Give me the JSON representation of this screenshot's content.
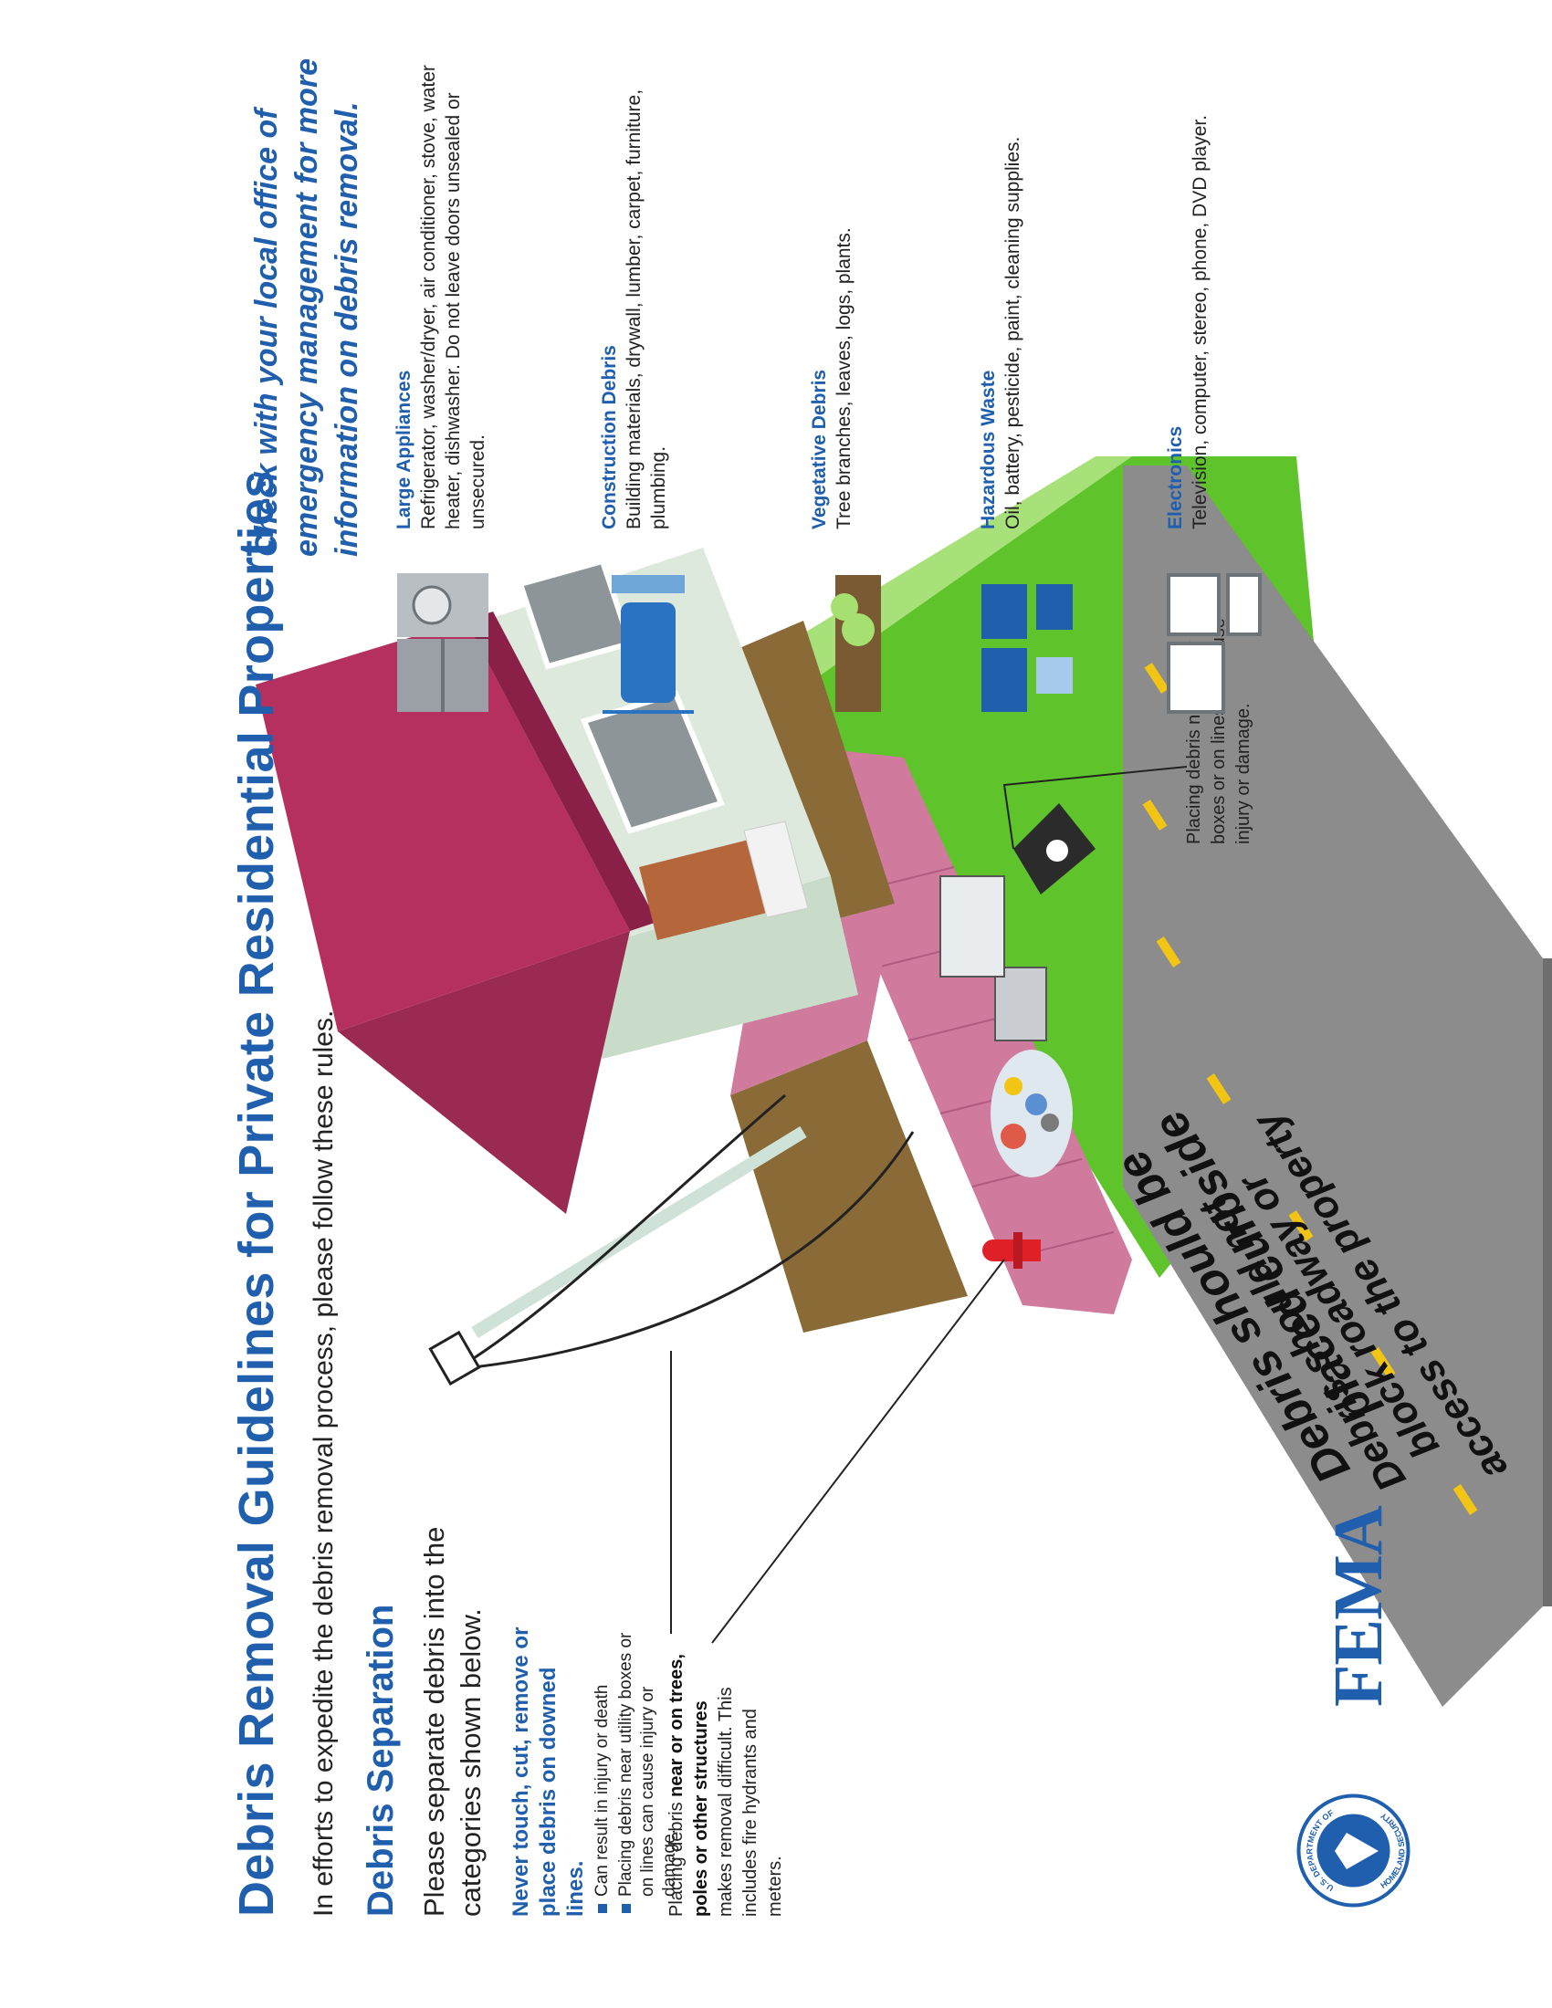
{
  "header": {
    "title": "Debris Removal Guidelines for Private Residential Properties",
    "intro": "In efforts to expedite the debris removal process, please follow these rules."
  },
  "separation": {
    "heading": "Debris Separation",
    "body": "Please separate debris into the categories shown below."
  },
  "warning": {
    "heading": "Never touch, cut, remove or place debris on downed lines.",
    "bullets": [
      "Can result in injury or death",
      "Placing debris near utility boxes or on lines can cause injury or damage."
    ]
  },
  "near_structures": {
    "pre": "Placing debris ",
    "bold": "near or on trees, poles or other structures",
    "post": " makes removal difficult. This includes fire hydrants and meters."
  },
  "check_note": "Check with your local office of emergency management for more information on debris removal.",
  "categories": [
    {
      "name": "Large Appliances",
      "desc": "Refrigerator, washer/dryer, air conditioner, stove, water heater, dishwasher. Do not leave doors unsealed or unsecured.",
      "icon": "appliances-icon"
    },
    {
      "name": "Construction Debris",
      "desc": "Building materials, drywall, lumber, carpet, furniture, plumbing.",
      "icon": "furniture-icon"
    },
    {
      "name": "Vegetative Debris",
      "desc": "Tree branches, leaves, logs, plants.",
      "icon": "log-branches-icon"
    },
    {
      "name": "Hazardous Waste",
      "desc": "Oil, battery, pesticide, paint, cleaning supplies.",
      "icon": "chemicals-icon"
    },
    {
      "name": "Electronics",
      "desc": "Television, computer, stereo, phone, DVD player.",
      "icon": "electronics-icon"
    }
  ],
  "scene": {
    "utility_note": "Placing debris near utility boxes or on lines can cause injury or damage.",
    "road_text_1": "Debris should be placed curbside",
    "road_text_2": "Debris should not block roadway or access to the property",
    "road_text_1a": "Debris should be",
    "road_text_1b": "placed curbside",
    "road_text_2a": "Debris should not",
    "road_text_2b": "block roadway or",
    "road_text_2c": "access to the property"
  },
  "logo": {
    "fema": "FEMA",
    "seal_top": "U.S. DEPARTMENT OF",
    "seal_bottom": "HOMELAND SECURITY"
  },
  "colors": {
    "brand_blue": "#1f5fae",
    "roof": "#b5305e",
    "grass": "#5fc42b",
    "road": "#8c8c8c",
    "sidewalk": "#d07a9e",
    "driveway": "#8a6a36"
  }
}
